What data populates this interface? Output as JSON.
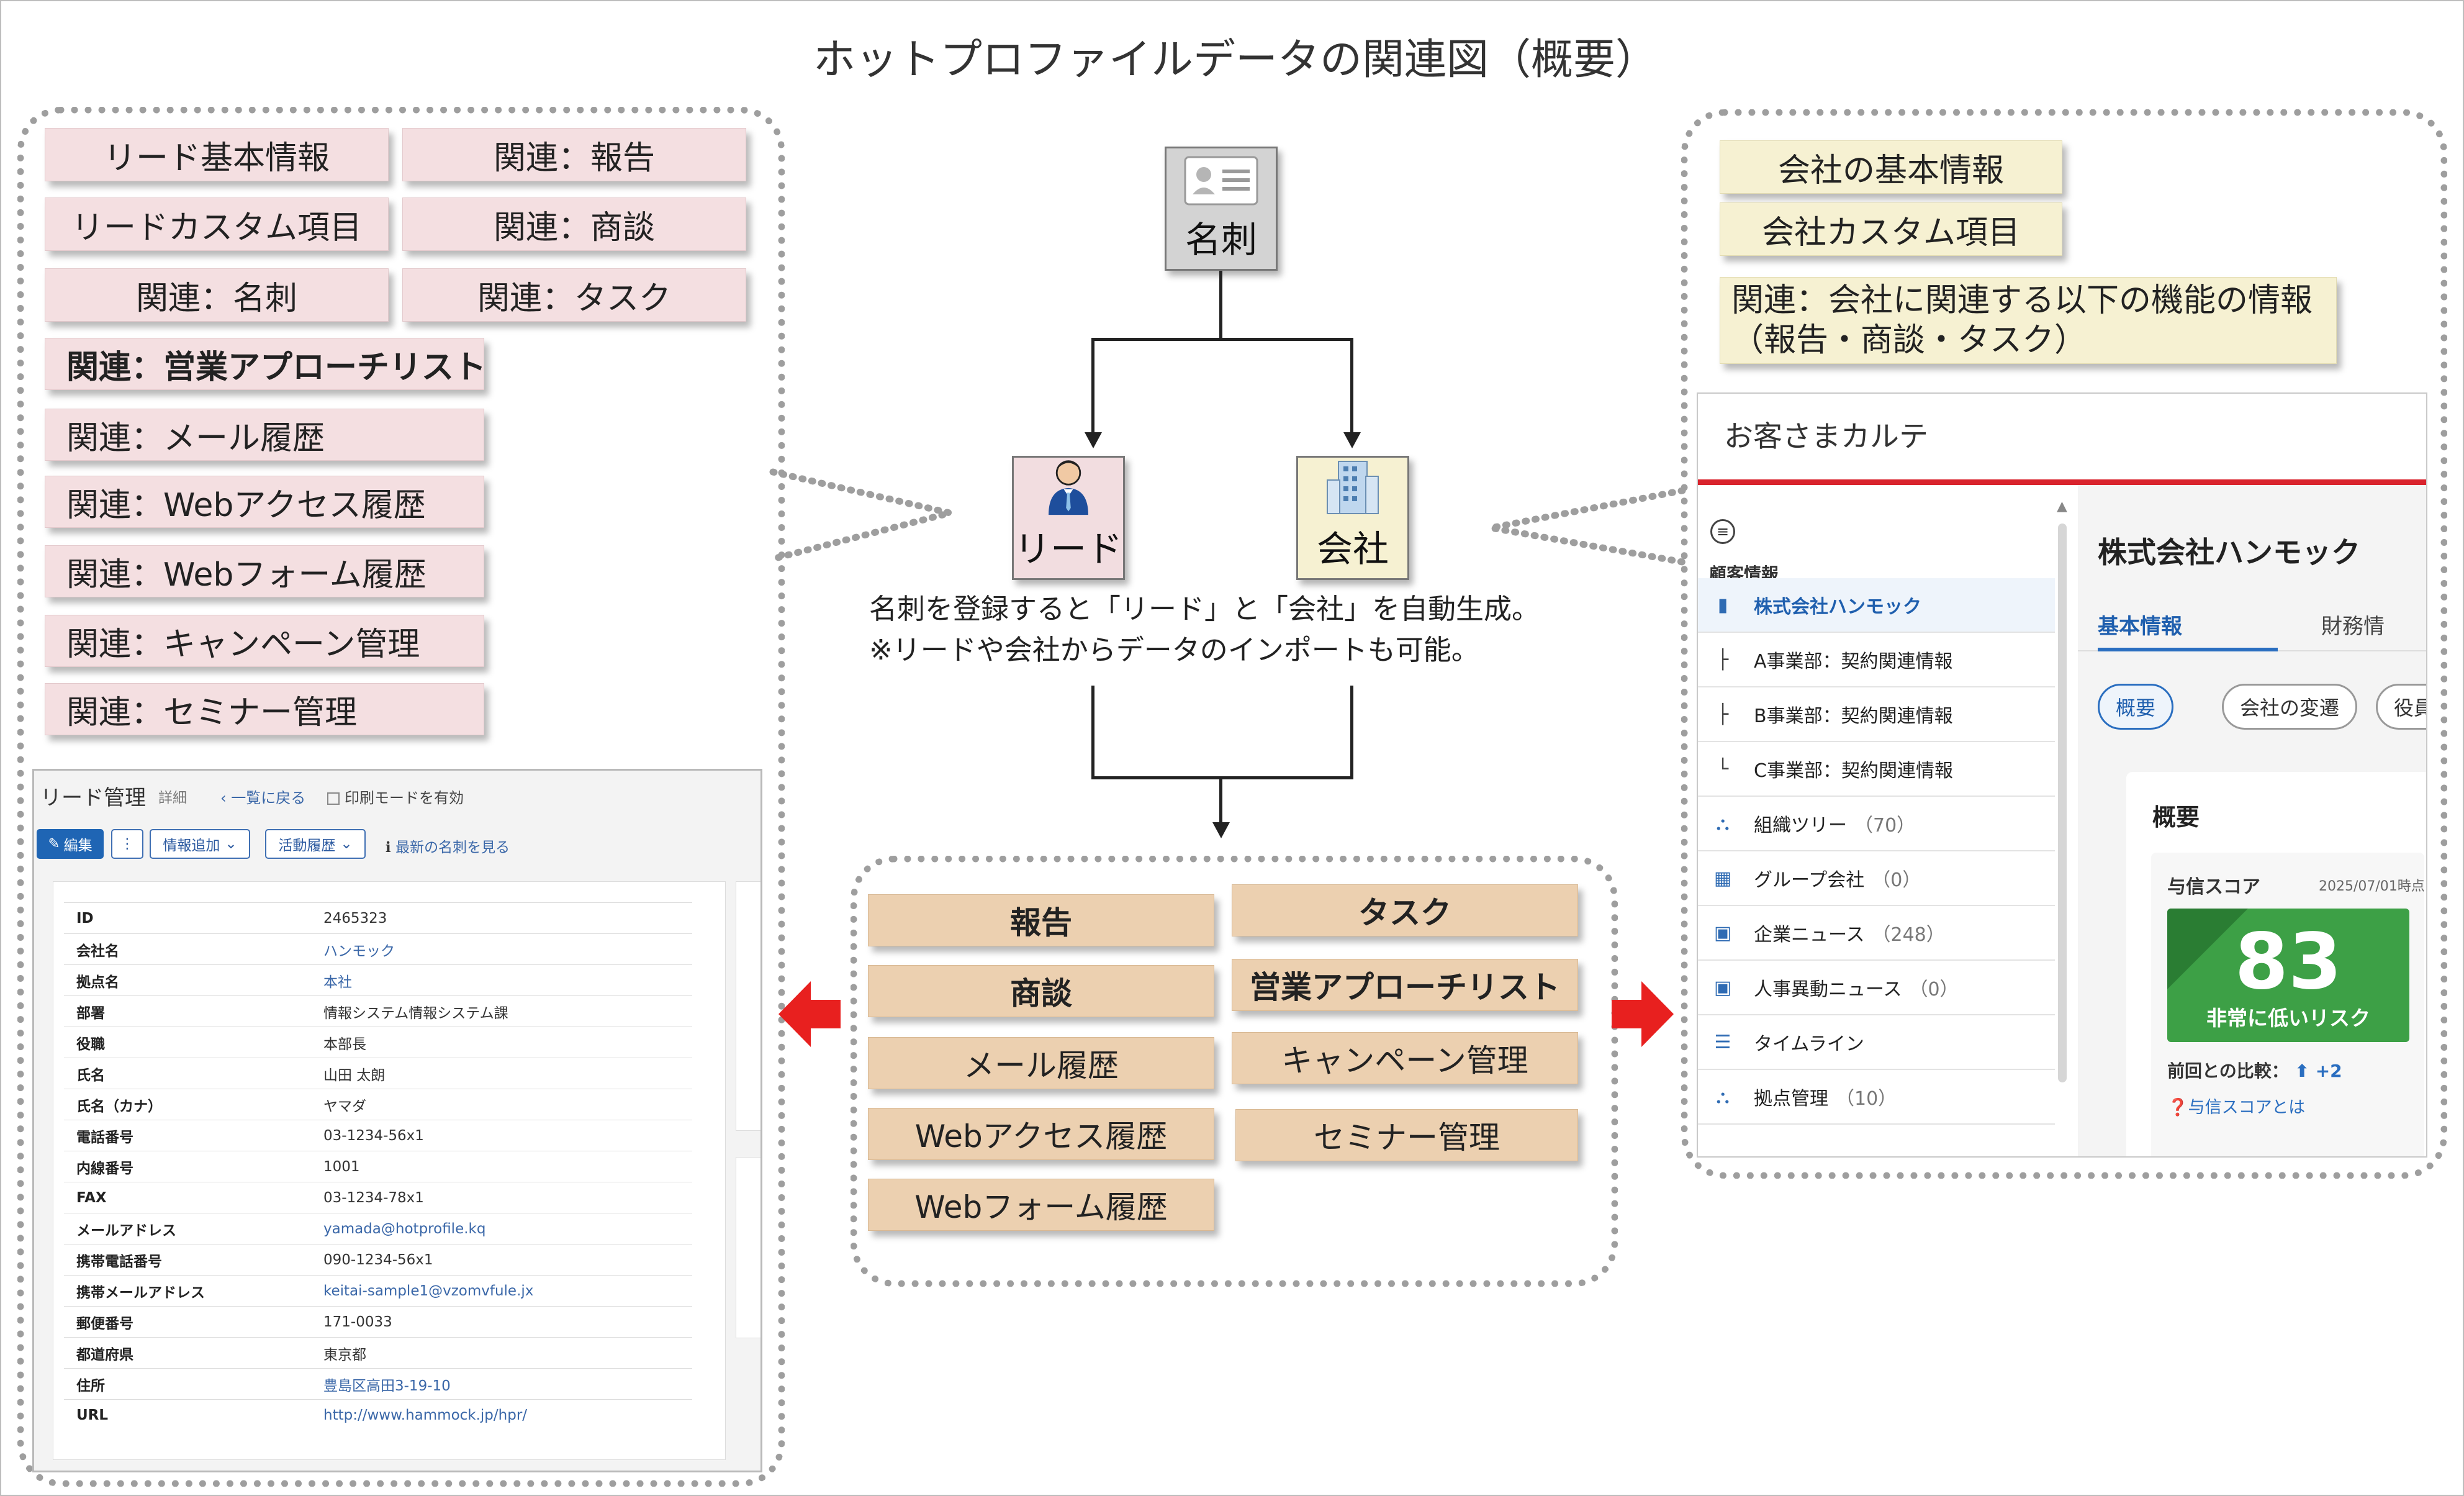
{
  "title": "ホットプロファイルデータの関連図（概要）",
  "lead_tags": [
    "リード基本情報",
    "関連：報告",
    "リードカスタム項目",
    "関連：商談",
    "関連：名刺",
    "関連：タスク",
    "関連：営業アプローチリスト",
    "関連：メール履歴",
    "関連：Webアクセス履歴",
    "関連：Webフォーム履歴",
    "関連：キャンペーン管理",
    "関連：セミナー管理"
  ],
  "company_tags": [
    "会社の基本情報",
    "会社カスタム項目",
    "関連：会社に関連する以下の機能の情報",
    "（報告・商談・タスク）"
  ],
  "nodes": {
    "card": "名刺",
    "lead": "リード",
    "company": "会社"
  },
  "description": [
    "名刺を登録すると「リード」と「会社」を自動生成。",
    "※リードや会社からデータのインポートも可能。"
  ],
  "feature_tags": [
    "報告",
    "タスク",
    "商談",
    "営業アプローチリスト",
    "メール履歴",
    "キャンペーン管理",
    "Webアクセス履歴",
    "セミナー管理",
    "Webフォーム履歴"
  ],
  "lead_panel": {
    "title": "リード管理",
    "subtitle": "詳細",
    "back_link": "一覧に戻る",
    "print_mode": "印刷モードを有効",
    "buttons": {
      "edit": "編集",
      "more": "⋮",
      "add_info": "情報追加",
      "activity": "活動履歴"
    },
    "latest_card": "最新の名刺を見る",
    "rows": [
      {
        "key": "ID",
        "value": "2465323"
      },
      {
        "key": "会社名",
        "value": "ハンモック"
      },
      {
        "key": "拠点名",
        "value": "本社"
      },
      {
        "key": "部署",
        "value": "情報システム情報システム課"
      },
      {
        "key": "役職",
        "value": "本部長"
      },
      {
        "key": "氏名",
        "value": "山田 太朗"
      },
      {
        "key": "氏名（カナ）",
        "value": "ヤマダ"
      },
      {
        "key": "電話番号",
        "value": "03-1234-56x1"
      },
      {
        "key": "内線番号",
        "value": "1001"
      },
      {
        "key": "FAX",
        "value": "03-1234-78x1"
      },
      {
        "key": "メールアドレス",
        "value": "yamada@hotprofile.kq"
      },
      {
        "key": "携帯電話番号",
        "value": "090-1234-56x1"
      },
      {
        "key": "携帯メールアドレス",
        "value": "keitai-sample1@vzomvfule.jx"
      },
      {
        "key": "郵便番号",
        "value": "171-0033"
      },
      {
        "key": "都道府県",
        "value": "東京都"
      },
      {
        "key": "住所",
        "value": "豊島区高田3-19-10"
      },
      {
        "key": "URL",
        "value": "http://www.hammock.jp/hpr/"
      }
    ]
  },
  "karte": {
    "title": "お客さまカルテ",
    "section": "顧客情報",
    "menu": [
      {
        "label": "株式会社ハンモック",
        "count": ""
      },
      {
        "label": "A事業部：契約関連情報",
        "count": ""
      },
      {
        "label": "B事業部：契約関連情報",
        "count": ""
      },
      {
        "label": "C事業部：契約関連情報",
        "count": ""
      },
      {
        "label": "組織ツリー",
        "count": "（70）"
      },
      {
        "label": "グループ会社",
        "count": "（0）"
      },
      {
        "label": "企業ニュース",
        "count": "（248）"
      },
      {
        "label": "人事異動ニュース",
        "count": "（0）"
      },
      {
        "label": "タイムライン",
        "count": ""
      },
      {
        "label": "拠点管理",
        "count": "（10）"
      }
    ],
    "company_name": "株式会社ハンモック",
    "tabs": [
      "基本情報",
      "財務情"
    ],
    "pills": [
      "概要",
      "会社の変遷",
      "役員"
    ],
    "card_title": "概要",
    "score_label": "与信スコア",
    "score_date": "2025/07/01時点",
    "score_value": "83",
    "score_risk": "非常に低いリスク",
    "compare_label": "前回との比較：",
    "compare_value": "+2",
    "help_link": "与信スコアとは"
  },
  "colors": {
    "pink": "#f4dfe1",
    "yellow": "#f6f1d2",
    "tan": "#ecd0b0",
    "red": "#e8201f",
    "brand_red": "#d9232d",
    "link_blue": "#3a67a8",
    "score_green": "#3da046"
  }
}
